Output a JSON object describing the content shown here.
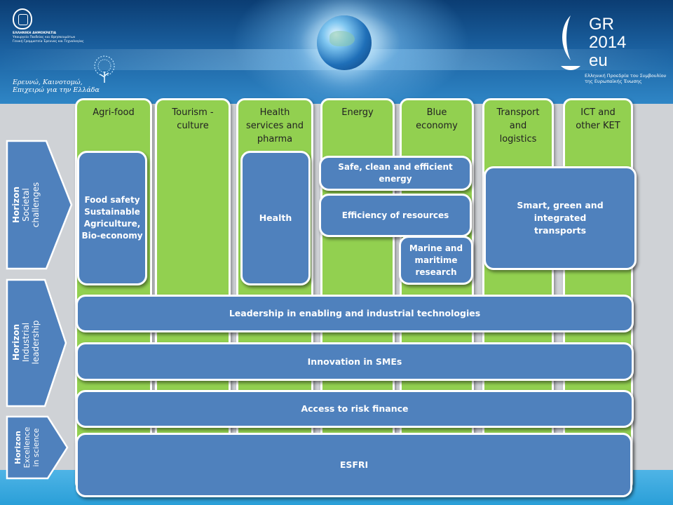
{
  "header": {
    "ministry_lines": [
      "ΕΛΛΗΝΙΚΗ ΔΗΜΟΚΡΑΤΙΑ",
      "Υπουργείο Παιδείας και Θρησκευμάτων",
      "Γενική Γραμματεία Έρευνας και Τεχνολογίας"
    ],
    "slogan_line_1": "Ερευνώ, Καινοτομώ,",
    "slogan_line_2": "Επιχειρώ για την Ελλάδα",
    "presidency_line_1": "GR",
    "presidency_line_2": "2014",
    "presidency_line_3": "eu",
    "presidency_sub_1": "Ελληνική Προεδρία του Συμβουλίου",
    "presidency_sub_2": "της Ευρωπαϊκής Ένωσης"
  },
  "columns": [
    {
      "label": "Agri-food"
    },
    {
      "label": "Tourism - culture"
    },
    {
      "label": "Health services and pharma"
    },
    {
      "label": "Energy"
    },
    {
      "label": "Blue economy"
    },
    {
      "label": "Transport and logistics"
    },
    {
      "label": "ICT and other KET"
    }
  ],
  "boxes": {
    "food": "Food safety Sustainable Agriculture, Bio-economy",
    "health": "Health",
    "energy": "Safe, clean and efficient energy",
    "resources": "Efficiency of resources",
    "marine": "Marine and maritime research",
    "transport": "Smart, green and integrated transports",
    "leadership": "Leadership in enabling and industrial technologies",
    "smes": "Innovation in SMEs",
    "risk": "Access to risk finance",
    "esfri": "ESFRI"
  },
  "horizons": [
    {
      "word": "Horizon",
      "label": "Societal challenges"
    },
    {
      "word": "Horizon",
      "label": "Industrial leadership"
    },
    {
      "word": "Horizon",
      "label": "Excellence in science"
    }
  ],
  "colors": {
    "column_green": "#92d050",
    "box_blue": "#4f81bd",
    "background_grey": "#cfd2d6",
    "band_blue": "#2a9fd8"
  }
}
